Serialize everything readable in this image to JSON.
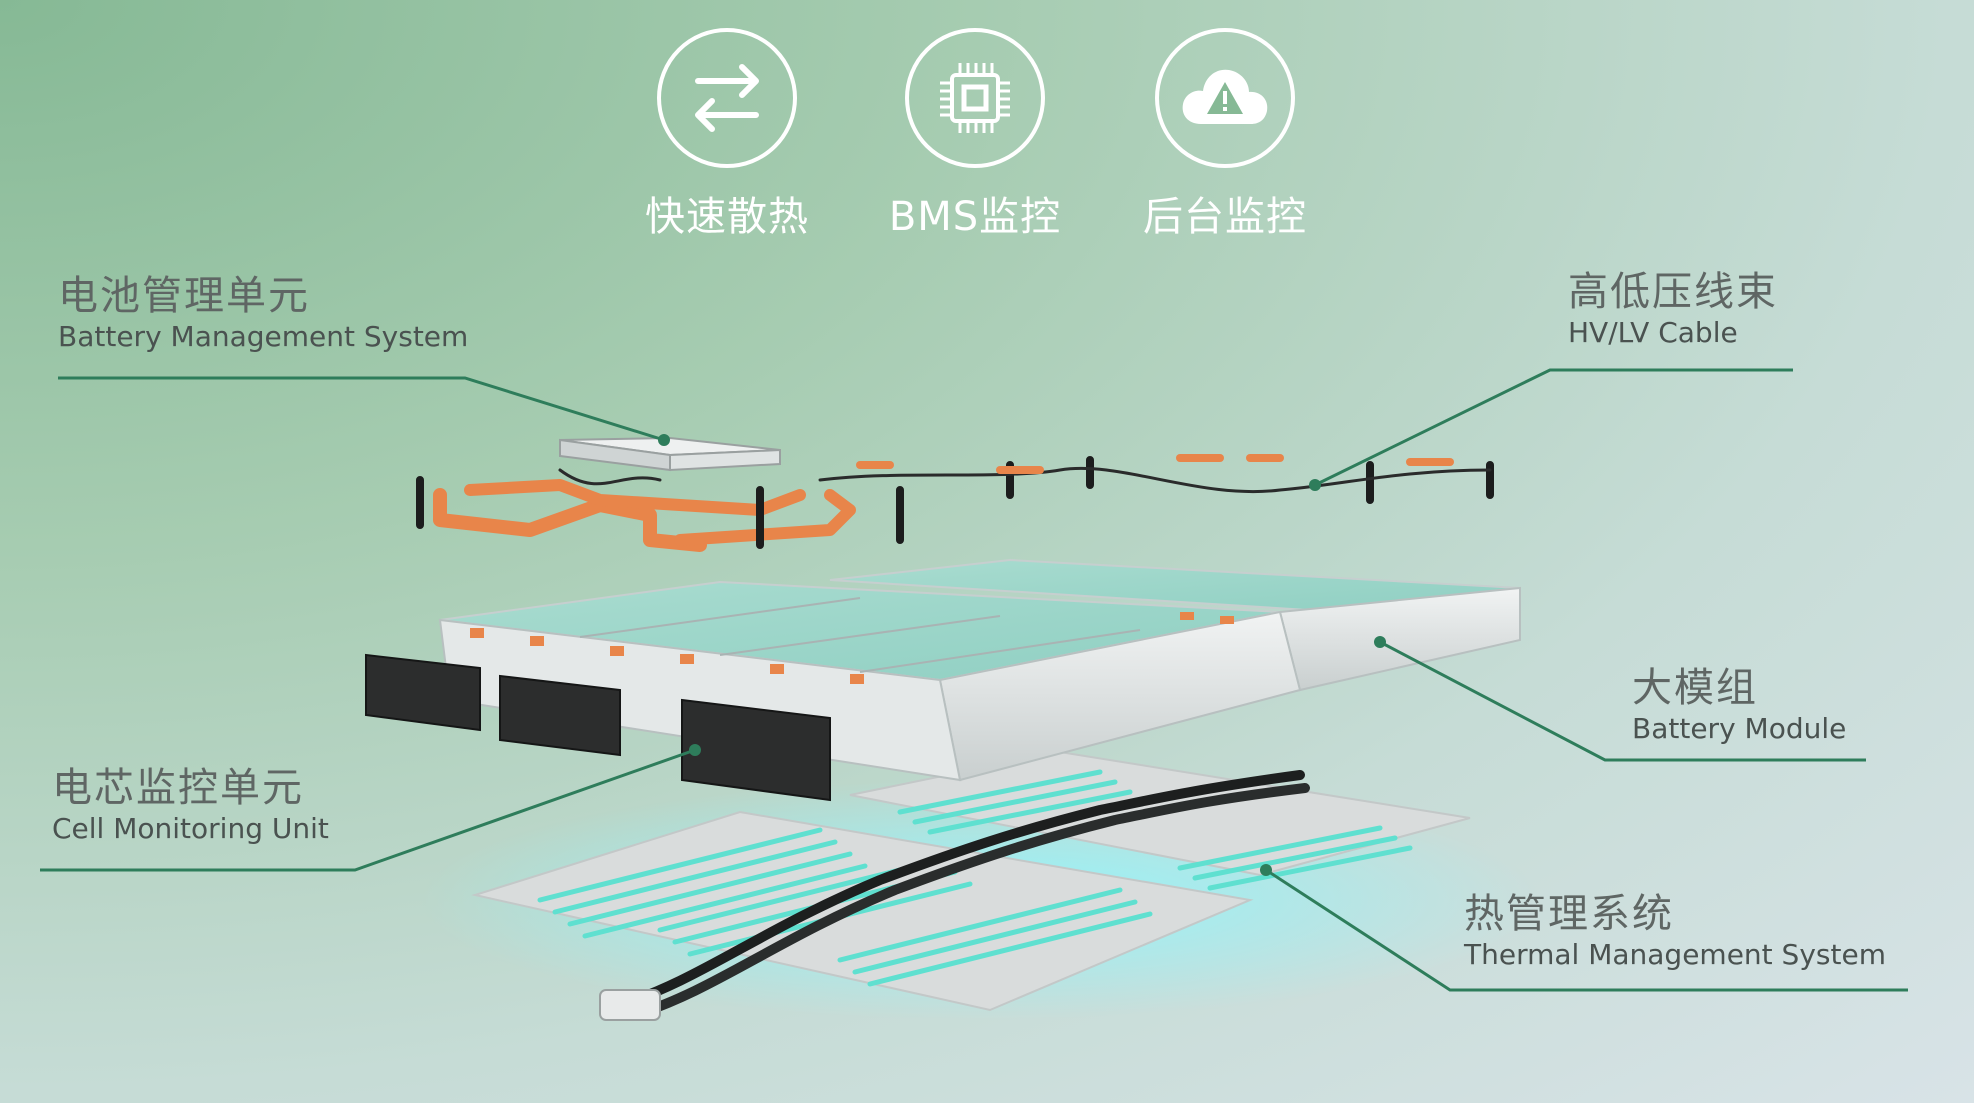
{
  "features": [
    {
      "label": "快速散热",
      "icon": "arrows-exchange-icon"
    },
    {
      "label": "BMS监控",
      "icon": "chip-icon"
    },
    {
      "label": "后台监控",
      "icon": "cloud-alert-icon"
    }
  ],
  "callouts": {
    "bms": {
      "zh": "电池管理单元",
      "en": "Battery Management System"
    },
    "cable": {
      "zh": "高低压线束",
      "en": "HV/LV Cable"
    },
    "module": {
      "zh": "大模组",
      "en": "Battery Module"
    },
    "cmu": {
      "zh": "电芯监控单元",
      "en": "Cell Monitoring Unit"
    },
    "thermal": {
      "zh": "热管理系统",
      "en": "Thermal Management System"
    }
  },
  "colors": {
    "leader": "#2e7d5b",
    "accent_orange": "#e8854a",
    "coolant_cyan": "#5fe0d0"
  }
}
